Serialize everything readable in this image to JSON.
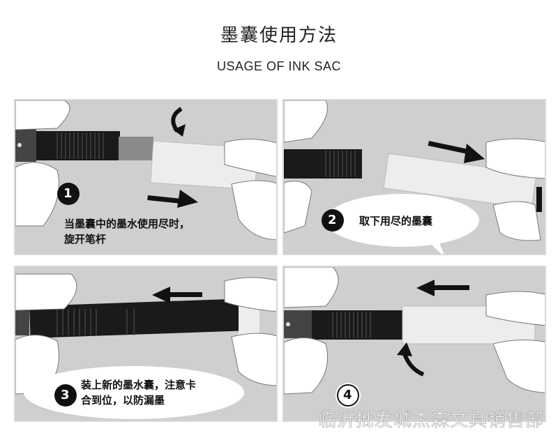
{
  "title_cn": "墨囊使用方法",
  "title_en": "USAGE OF INK SAC",
  "panels": [
    {
      "step": "1",
      "caption_line1": "当墨囊中的墨水使用尽时，",
      "caption_line2": "旋开笔杆"
    },
    {
      "step": "2",
      "caption_line1": "取下用尽的墨囊"
    },
    {
      "step": "3",
      "caption_line1": "装上新的墨水囊，注意卡",
      "caption_line2": "合到位，以防漏墨"
    },
    {
      "step": "4"
    }
  ],
  "watermark": "临沂批发城杰森文具销售部",
  "colors": {
    "panel_bg": "#cfcfcf",
    "ink": "#111111",
    "hand": "#ffffff"
  }
}
